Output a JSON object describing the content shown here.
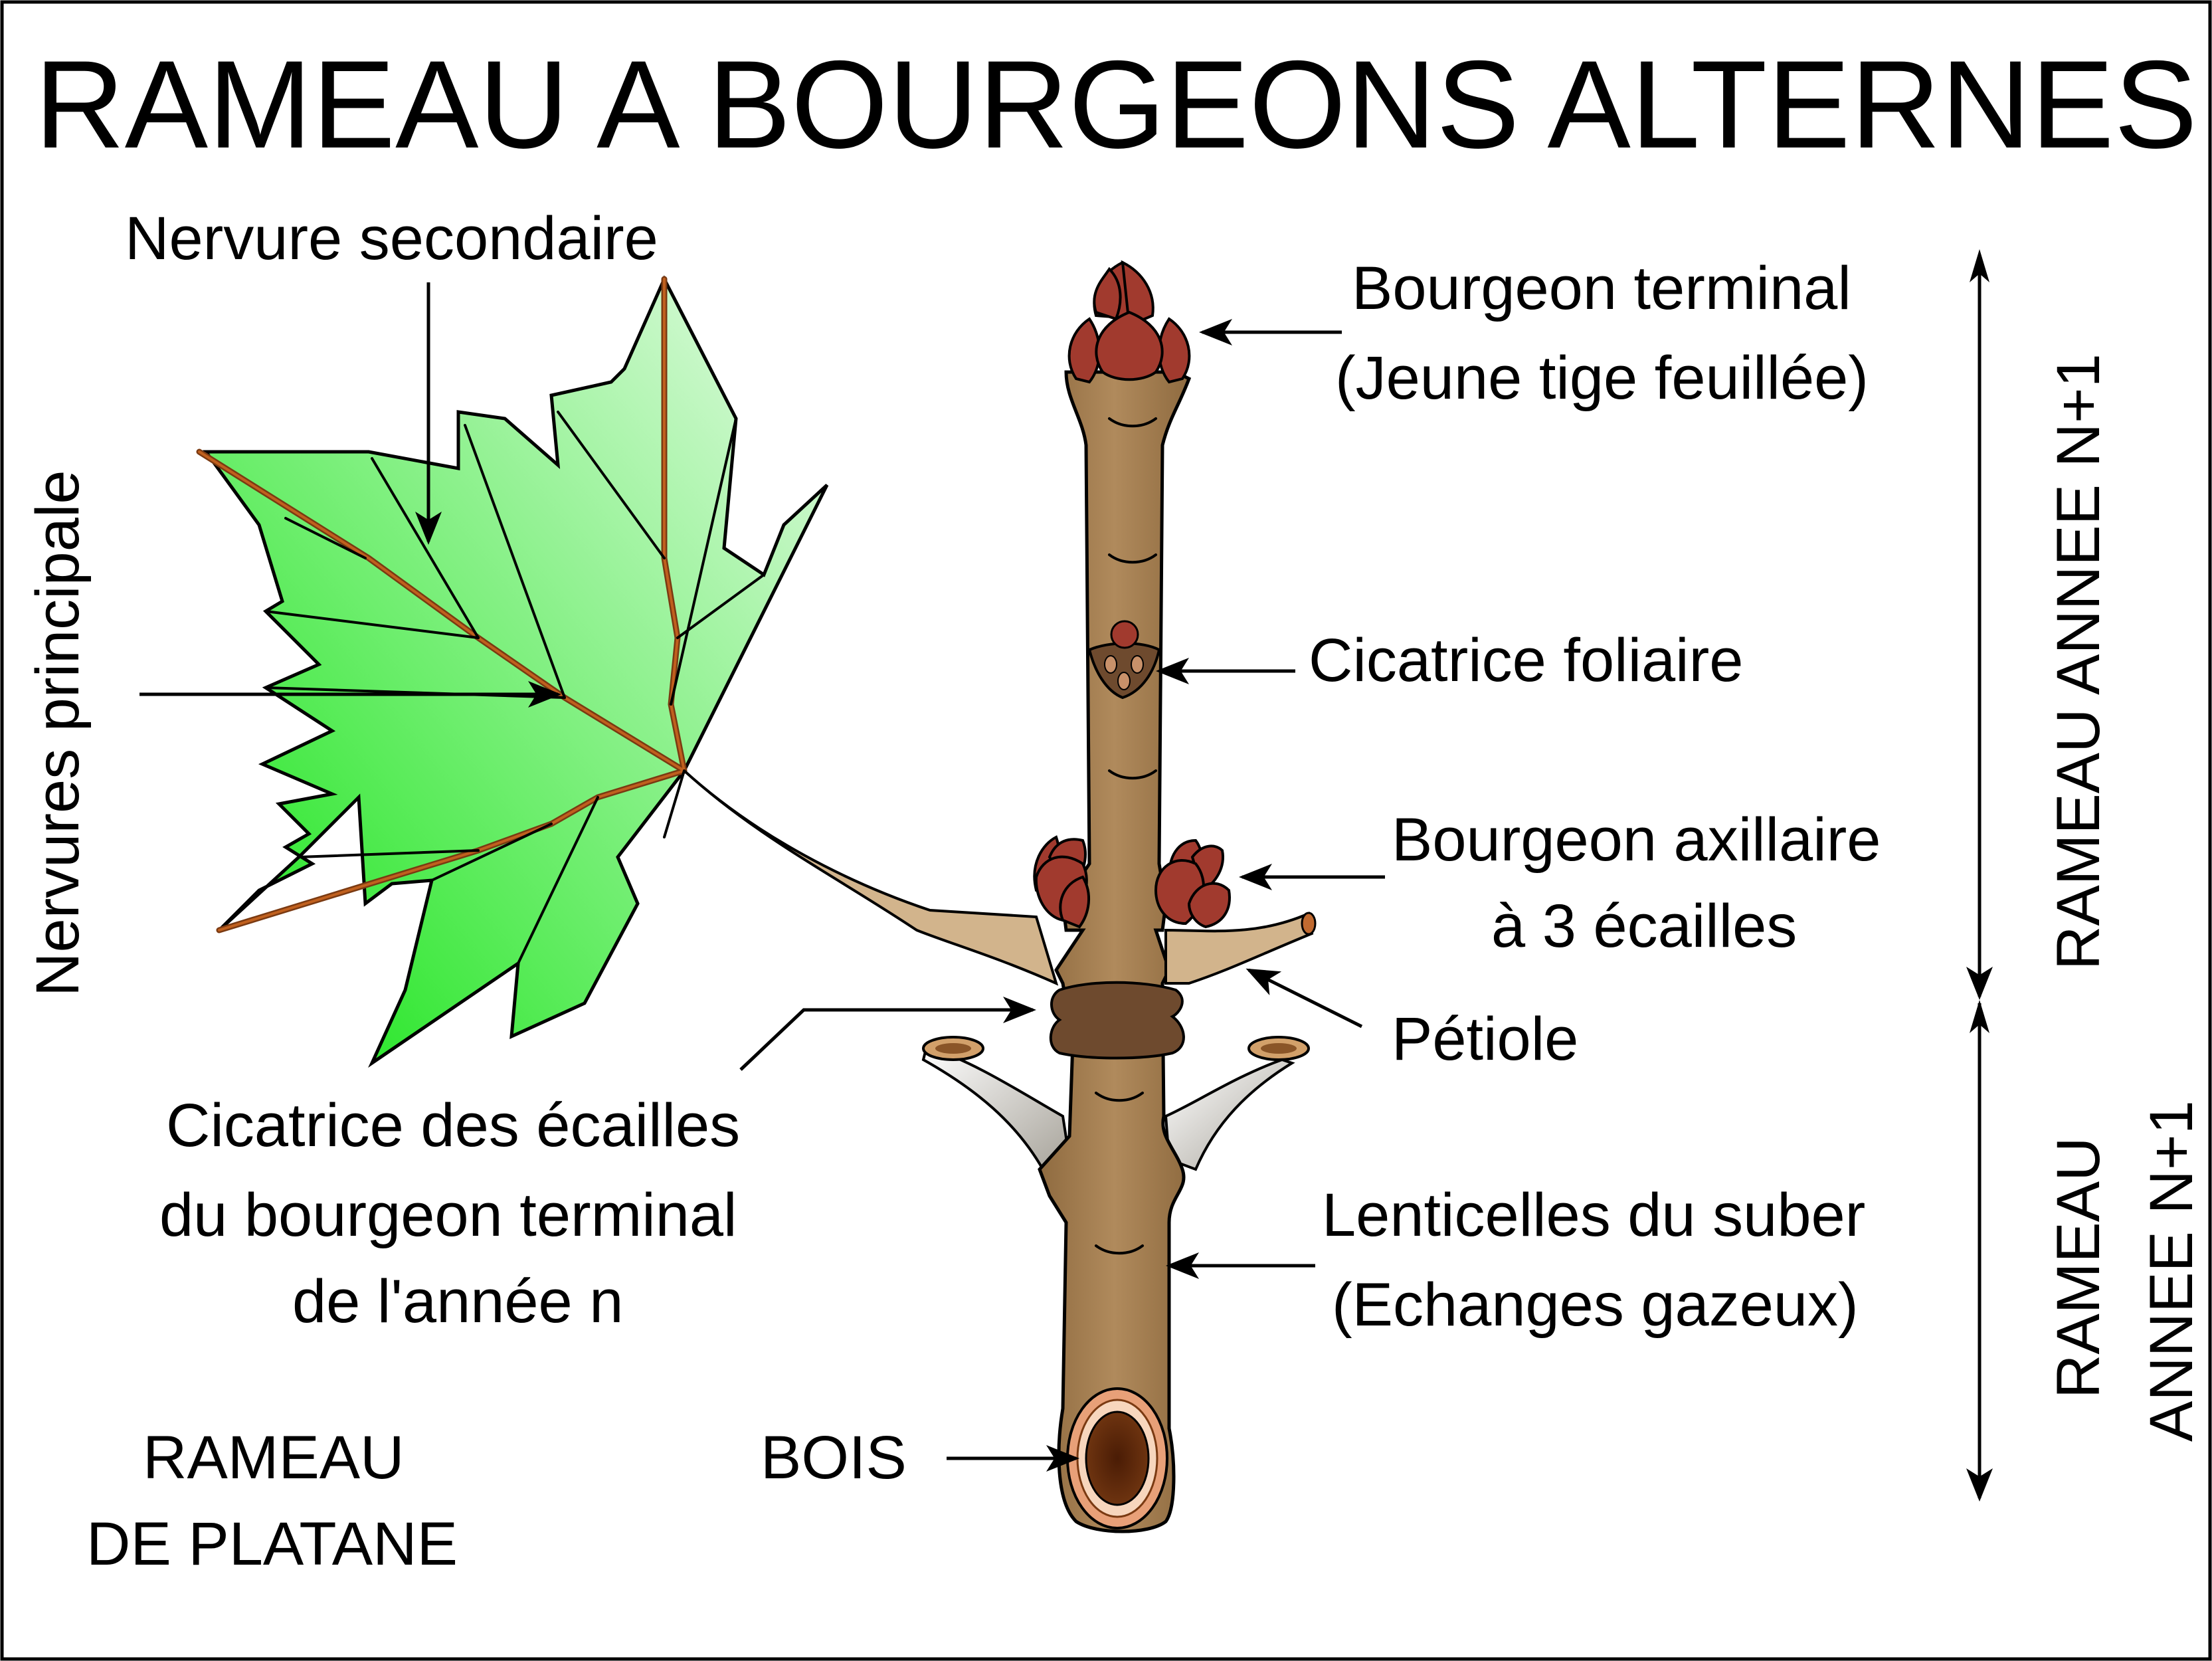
{
  "title": "RAMEAU A BOURGEONS ALTERNES",
  "labels": {
    "nervure_secondaire": "Nervure secondaire",
    "nervures_principale": "Nervures principale",
    "bourgeon_terminal_1": "Bourgeon terminal",
    "bourgeon_terminal_2": "(Jeune tige feuillée)",
    "cicatrice_foliaire": "Cicatrice foliaire",
    "bourgeon_axillaire_1": "Bourgeon axillaire",
    "bourgeon_axillaire_2": "à 3 écailles",
    "petiole": "Pétiole",
    "cicatrice_ecailles_1": "Cicatrice des écailles",
    "cicatrice_ecailles_2": "du bourgeon terminal",
    "cicatrice_ecailles_3": "de l'année n",
    "lenticelles_1": "Lenticelles du suber",
    "lenticelles_2": "(Echanges gazeux)",
    "bois": "BOIS",
    "rameau_platane_1": "RAMEAU",
    "rameau_platane_2": "DE PLATANE"
  },
  "side_labels": {
    "upper": "RAMEAU ANNEE N+1",
    "lower_1": "RAMEAU",
    "lower_2": "ANNEE N+1"
  },
  "colors": {
    "leaf_light": "#e6fbe6",
    "leaf_dark": "#14e414",
    "twig": "#a88457",
    "petiole": "#d2b48c",
    "bud": "#a13a2e",
    "scar": "#6e4a2e",
    "wood": "#5a2608",
    "bark_ring": "#e8a078"
  }
}
